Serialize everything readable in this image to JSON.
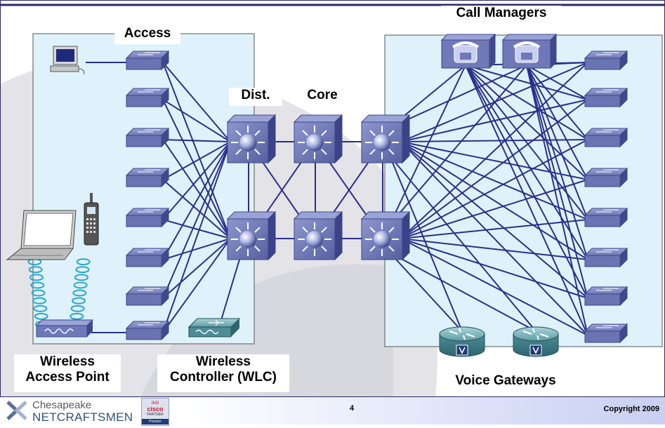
{
  "labels": {
    "access": "Access",
    "dist": "Dist.",
    "core": "Core",
    "call_managers": "Call Managers",
    "wireless_ap_line1": "Wireless",
    "wireless_ap_line2": "Access Point",
    "wlc_line1": "Wireless",
    "wlc_line2": "Controller (WLC)",
    "voice_gateways": "Voice Gateways"
  },
  "footer": {
    "brand_top": "Chesapeake",
    "brand_bottom": "NETCRAFTSMEN",
    "partner_logo": "cisco",
    "partner_text": "PARTNER",
    "partner_level": "Premier",
    "page_number": "4",
    "copyright": "Copyright 2009"
  },
  "icons": {
    "access_switch": "workgroup-switch-icon",
    "multilayer_switch": "multilayer-switch-icon",
    "call_manager": "call-manager-icon",
    "voice_gateway": "voice-router-icon",
    "access_point": "wireless-access-point-icon",
    "wlc": "wireless-lan-controller-icon",
    "pc": "pc-icon",
    "laptop": "laptop-icon",
    "wireless_phone": "wireless-phone-icon"
  },
  "colors": {
    "link": "#2b2f8a",
    "site_fill": "#dff2fb",
    "device": "#5d68a8"
  }
}
